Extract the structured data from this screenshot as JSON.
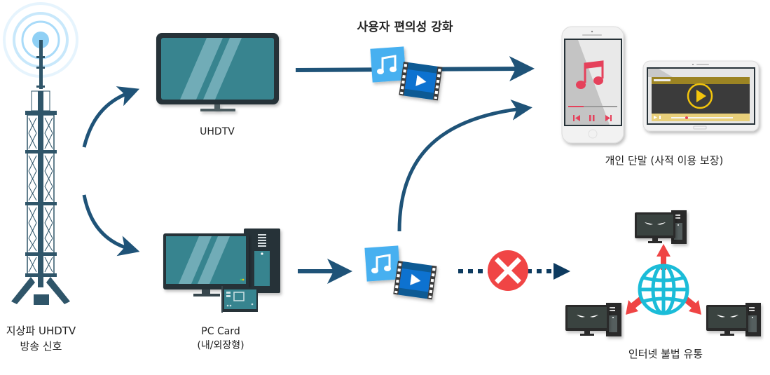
{
  "title": "사용자 편의성 강화",
  "nodes": {
    "tower": {
      "label_line1": "지상파 UHDTV",
      "label_line2": "방송 신호",
      "icon": "broadcast-tower-icon"
    },
    "uhdtv": {
      "label": "UHDTV",
      "icon": "tv-icon"
    },
    "pc_card": {
      "label_line1": "PC Card",
      "label_line2": "(내/외장형)",
      "icon": "desktop-pc-icon"
    },
    "media_top": {
      "icon": "media-files-icon"
    },
    "media_bottom": {
      "icon": "media-files-icon"
    },
    "personal_devices": {
      "label": "개인 단말 (사적 이용 보장)",
      "icons": [
        "smartphone-icon",
        "tablet-icon"
      ]
    },
    "illegal_distribution": {
      "label": "인터넷 불법 유통",
      "icons": [
        "globe-icon",
        "malicious-pc-icon"
      ]
    },
    "blocked": {
      "icon": "blocked-x-icon"
    }
  },
  "colors": {
    "arrow": "#1f5378",
    "arrow_dark": "#0d3a5f",
    "tower": "#2f5569",
    "signal": "#8fd0f5",
    "screen": "#37848f",
    "bezel": "#263238",
    "music_tile": "#47b0f0",
    "film": "#0d5a94",
    "blocked": "#f04545",
    "globe": "#1bbcd8",
    "spread_arrow": "#ef4444",
    "tablet_bar": "#9c8423",
    "play_yellow": "#f2c40c",
    "note_red": "#e5415b"
  }
}
